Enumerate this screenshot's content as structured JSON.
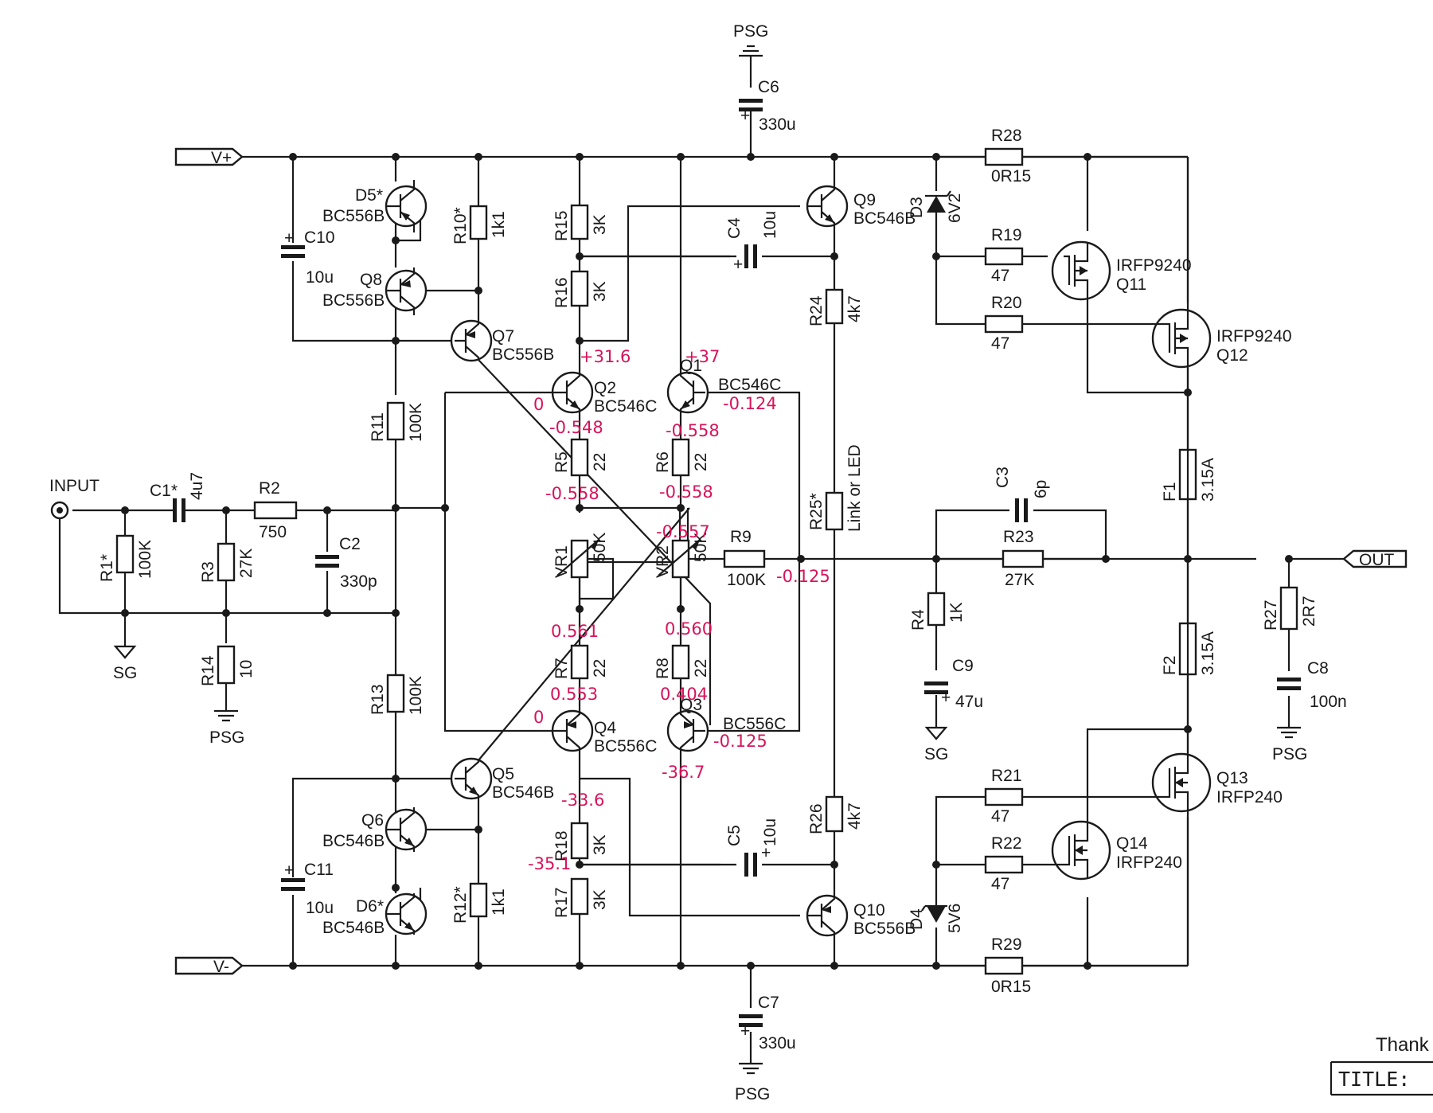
{
  "ports": {
    "vplus": "V+",
    "vminus": "V-",
    "out": "OUT",
    "input": "INPUT"
  },
  "grounds": {
    "psg_top": "PSG",
    "psg_r14": "PSG",
    "psg_c7": "PSG",
    "psg_c8": "PSG",
    "sg_r1": "SG",
    "sg_c9": "SG"
  },
  "components": {
    "C6": {
      "ref": "C6",
      "val": "330u"
    },
    "C7": {
      "ref": "C7",
      "val": "330u"
    },
    "C10": {
      "ref": "C10",
      "val": "10u"
    },
    "C11": {
      "ref": "C11",
      "val": "10u"
    },
    "C1": {
      "ref": "C1*",
      "val": "4u7"
    },
    "C2": {
      "ref": "C2",
      "val": "330p"
    },
    "C3": {
      "ref": "C3",
      "val": "6p"
    },
    "C4": {
      "ref": "C4",
      "val": "10u"
    },
    "C5": {
      "ref": "C5",
      "val": "10u"
    },
    "C8": {
      "ref": "C8",
      "val": "100n"
    },
    "C9": {
      "ref": "C9",
      "val": "47u"
    },
    "R1": {
      "ref": "R1*",
      "val": "100K"
    },
    "R2": {
      "ref": "R2",
      "val": "750"
    },
    "R3": {
      "ref": "R3",
      "val": "27K"
    },
    "R4": {
      "ref": "R4",
      "val": "1K"
    },
    "R5": {
      "ref": "R5",
      "val": "22"
    },
    "R6": {
      "ref": "R6",
      "val": "22"
    },
    "R7": {
      "ref": "R7",
      "val": "22"
    },
    "R8": {
      "ref": "R8",
      "val": "22"
    },
    "R9": {
      "ref": "R9",
      "val": "100K"
    },
    "R10": {
      "ref": "R10*",
      "val": "1k1"
    },
    "R11": {
      "ref": "R11",
      "val": "100K"
    },
    "R12": {
      "ref": "R12*",
      "val": "1k1"
    },
    "R13": {
      "ref": "R13",
      "val": "100K"
    },
    "R14": {
      "ref": "R14",
      "val": "10"
    },
    "R15": {
      "ref": "R15",
      "val": "3K"
    },
    "R16": {
      "ref": "R16",
      "val": "3K"
    },
    "R17": {
      "ref": "R17",
      "val": "3K"
    },
    "R18": {
      "ref": "R18",
      "val": "3K"
    },
    "R19": {
      "ref": "R19",
      "val": "47"
    },
    "R20": {
      "ref": "R20",
      "val": "47"
    },
    "R21": {
      "ref": "R21",
      "val": "47"
    },
    "R22": {
      "ref": "R22",
      "val": "47"
    },
    "R23": {
      "ref": "R23",
      "val": "27K"
    },
    "R24": {
      "ref": "R24",
      "val": "4k7"
    },
    "R25": {
      "ref": "R25*",
      "val": "Link or LED"
    },
    "R26": {
      "ref": "R26",
      "val": "4k7"
    },
    "R27": {
      "ref": "R27",
      "val": "2R7"
    },
    "R28": {
      "ref": "R28",
      "val": "0R15"
    },
    "R29": {
      "ref": "R29",
      "val": "0R15"
    },
    "VR1": {
      "ref": "VR1",
      "val": "50K"
    },
    "VR2": {
      "ref": "VR2",
      "val": "50K"
    },
    "F1": {
      "ref": "F1",
      "val": "3.15A"
    },
    "F2": {
      "ref": "F2",
      "val": "3.15A"
    },
    "D3": {
      "ref": "D3",
      "val": "6V2"
    },
    "D4": {
      "ref": "D4",
      "val": "5V6"
    },
    "D5": {
      "ref": "D5*",
      "val": "BC556B"
    },
    "D6": {
      "ref": "D6*",
      "val": "BC546B"
    },
    "Q1": {
      "ref": "Q1",
      "val": "BC546C"
    },
    "Q2": {
      "ref": "Q2",
      "val": "BC546C"
    },
    "Q3": {
      "ref": "Q3",
      "val": "BC556C"
    },
    "Q4": {
      "ref": "Q4",
      "val": "BC556C"
    },
    "Q5": {
      "ref": "Q5",
      "val": "BC546B"
    },
    "Q6": {
      "ref": "Q6",
      "val": "BC546B"
    },
    "Q7": {
      "ref": "Q7",
      "val": "BC556B"
    },
    "Q8": {
      "ref": "Q8",
      "val": "BC556B"
    },
    "Q9": {
      "ref": "Q9",
      "val": "BC546B"
    },
    "Q10": {
      "ref": "Q10",
      "val": "BC556B"
    },
    "Q11": {
      "ref": "Q11",
      "val": "IRFP9240"
    },
    "Q12": {
      "ref": "Q12",
      "val": "IRFP9240"
    },
    "Q13": {
      "ref": "Q13",
      "val": "IRFP240"
    },
    "Q14": {
      "ref": "Q14",
      "val": "IRFP240"
    }
  },
  "annotations": {
    "q2_collector": "+31.6",
    "q1_collector": "+37",
    "q2_base": "0",
    "q1_base": "-0.124",
    "q2_emitter": "-0.548",
    "q1_emitter": "-0.558",
    "r5_bottom": "-0.558",
    "r6_bottom": "-0.558",
    "vr2_wiper": "-0.557",
    "out_node": "-0.125",
    "r7_top": "0.561",
    "r8_top": "0.560",
    "q4_emitter": "0.553",
    "q3_emitter": "0.404",
    "q4_base": "0",
    "q3_base": "-0.125",
    "q3_collector": "-36.7",
    "q4_collector": "-33.6",
    "r18_bottom": "-35.1"
  },
  "title_block": {
    "thanks": "Thank",
    "title_label": "TITLE:"
  }
}
